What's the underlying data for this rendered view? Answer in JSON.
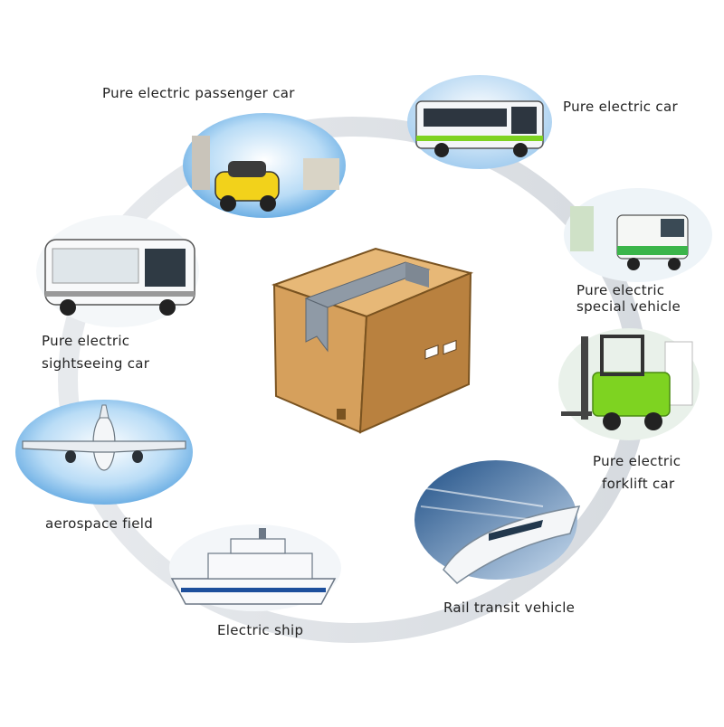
{
  "diagram": {
    "center": {
      "icon": "cardboard-box-icon"
    },
    "applications": [
      {
        "id": "pure-electric-passenger-car",
        "label": [
          "Pure electric passenger car"
        ],
        "icon": "passenger-car-icon"
      },
      {
        "id": "pure-electric-car",
        "label": [
          "Pure electric car"
        ],
        "icon": "electric-bus-icon"
      },
      {
        "id": "pure-electric-special-vehicle",
        "label": [
          "Pure electric",
          "special vehicle"
        ],
        "icon": "delivery-van-icon"
      },
      {
        "id": "pure-electric-forklift-car",
        "label": [
          "Pure electric",
          "forklift car"
        ],
        "icon": "forklift-icon"
      },
      {
        "id": "rail-transit-vehicle",
        "label": [
          "Rail transit vehicle"
        ],
        "icon": "high-speed-train-icon"
      },
      {
        "id": "electric-ship",
        "label": [
          "Electric ship"
        ],
        "icon": "cruise-ship-icon"
      },
      {
        "id": "aerospace-field",
        "label": [
          "aerospace field"
        ],
        "icon": "airplane-icon"
      },
      {
        "id": "pure-electric-sightseeing-car",
        "label": [
          "Pure electric",
          "sightseeing car"
        ],
        "icon": "sightseeing-car-icon"
      }
    ]
  },
  "colors": {
    "ring": "#d9dde3",
    "box_front": "#d6a05c",
    "box_side": "#b9813f",
    "box_top": "#e7b877",
    "tape": "#8f9aa6",
    "bus_green": "#7ed321",
    "sky_blue": "#8fc3ee"
  }
}
